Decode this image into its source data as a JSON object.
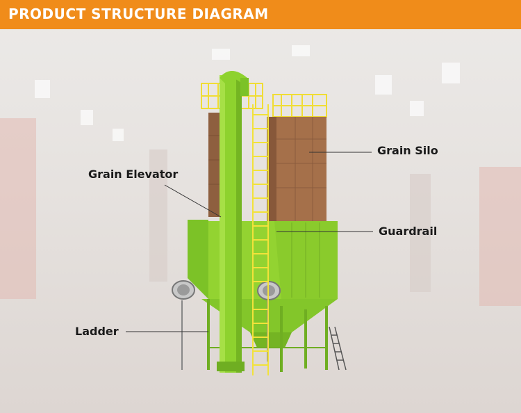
{
  "header": {
    "title": "PRODUCT STRUCTURE DIAGRAM"
  },
  "labels": {
    "grain_silo": "Grain Silo",
    "grain_elevator": "Grain Elevator",
    "guardrail": "Guardrail",
    "ladder": "Ladder"
  },
  "colors": {
    "banner": "#f08c1a",
    "silo_wood": "#9c6a45",
    "machine_green": "#8fd12e",
    "guardrail_yellow": "#f2e23a"
  }
}
